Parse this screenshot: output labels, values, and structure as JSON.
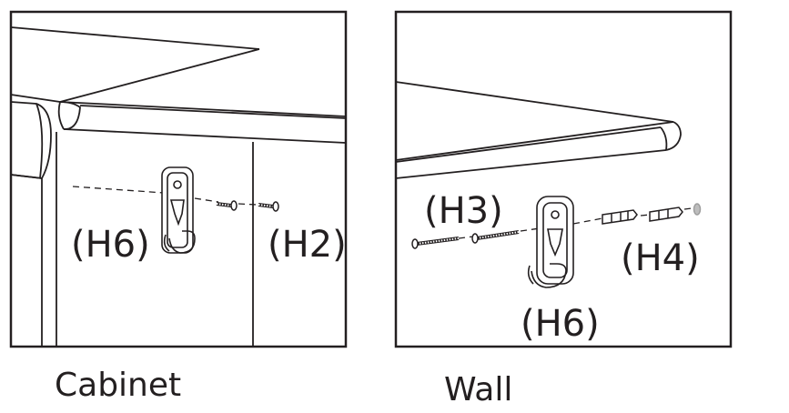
{
  "panels": [
    {
      "caption": "Cabinet",
      "labels": {
        "clip": "(H6)",
        "screw": "(H2)"
      }
    },
    {
      "caption": "Wall",
      "labels": {
        "screw": "(H3)",
        "anchor": "(H4)",
        "clip": "(H6)"
      }
    }
  ],
  "colors": {
    "line": "#231f20",
    "background": "#ffffff",
    "anchor_cap": "#bdbdbd"
  }
}
